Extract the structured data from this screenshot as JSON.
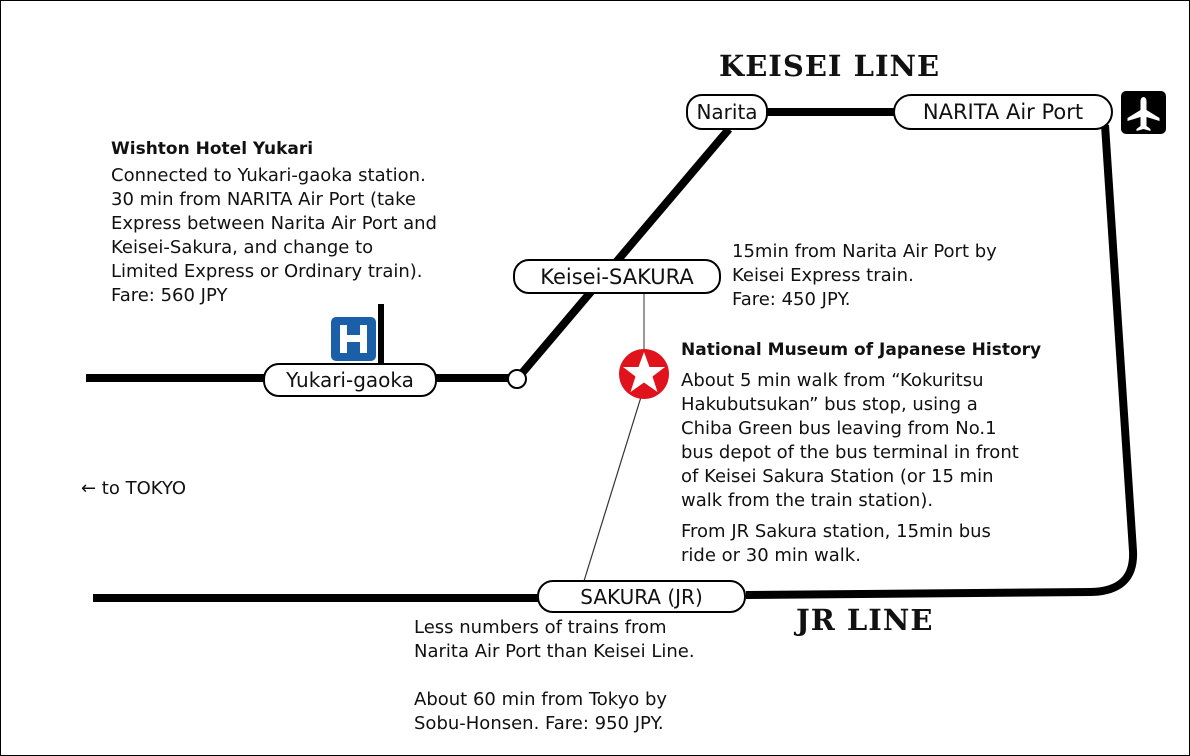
{
  "lines": {
    "keisei": "KEISEI LINE",
    "jr": "JR LINE"
  },
  "stations": {
    "narita": "Narita",
    "airport": "NARITA Air Port",
    "keisei_sakura": "Keisei-SAKURA",
    "yukari": "Yukari-gaoka",
    "sakura_jr": "SAKURA (JR)"
  },
  "hotel": {
    "title": "Wishton Hotel Yukari",
    "lines": [
      "Connected to Yukari-gaoka station.",
      "30 min from NARITA Air Port (take",
      "Express between Narita Air Port and",
      "Keisei-Sakura, and change to",
      "Limited Express or Ordinary train).",
      "Fare: 560 JPY"
    ],
    "icon_letter": "H"
  },
  "keisei_note": [
    "15min from Narita Air Port by",
    "Keisei Express train.",
    "Fare:  450 JPY."
  ],
  "museum": {
    "title": "National Museum of Japanese History",
    "lines": [
      "About 5 min walk from “Kokuritsu",
      "Hakubutsukan” bus stop, using a",
      "Chiba Green bus leaving from No.1",
      "bus depot of the bus terminal in front",
      "of Keisei Sakura Station (or 15 min",
      "walk from the train station)."
    ],
    "lines2": [
      "From JR Sakura station, 15min bus",
      "ride or 30 min walk."
    ]
  },
  "jr_note": [
    "Less numbers of trains from",
    "Narita Air Port than Keisei Line.",
    "",
    "About 60 min from Tokyo by",
    "Sobu-Honsen.  Fare:  950 JPY."
  ],
  "to_tokyo": "← to TOKYO",
  "colors": {
    "hotel": "#1a5fa8",
    "museum": "#e0121b",
    "line": "#000000"
  }
}
